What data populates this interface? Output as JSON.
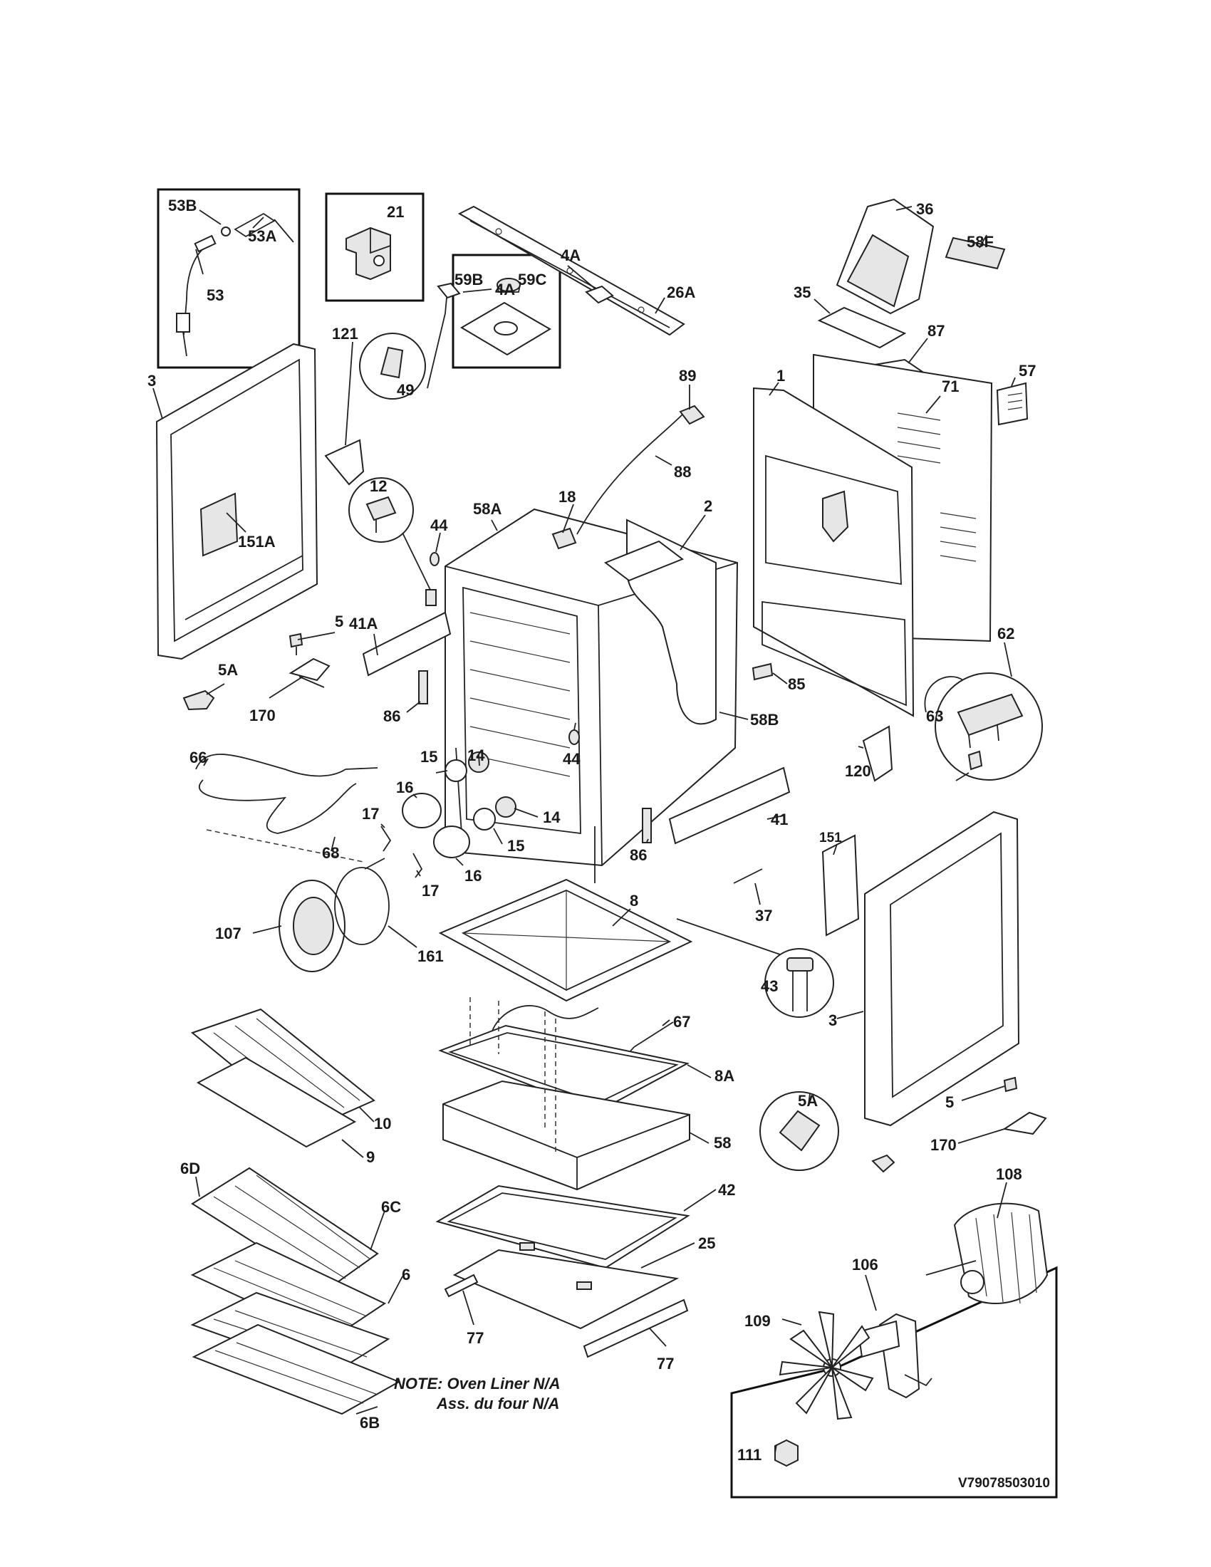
{
  "callouts": [
    {
      "id": "c53B",
      "text": "53B"
    },
    {
      "id": "c53A",
      "text": "53A"
    },
    {
      "id": "c53",
      "text": "53"
    },
    {
      "id": "c21",
      "text": "21"
    },
    {
      "id": "c26A",
      "text": "26A"
    },
    {
      "id": "c4A_top",
      "text": "4A"
    },
    {
      "id": "c49",
      "text": "49"
    },
    {
      "id": "c4A_mid",
      "text": "4A"
    },
    {
      "id": "c59B",
      "text": "59B"
    },
    {
      "id": "c59C",
      "text": "59C"
    },
    {
      "id": "c36",
      "text": "36"
    },
    {
      "id": "c58F",
      "text": "58F"
    },
    {
      "id": "c35",
      "text": "35"
    },
    {
      "id": "c87",
      "text": "87"
    },
    {
      "id": "c1",
      "text": "1"
    },
    {
      "id": "c57",
      "text": "57"
    },
    {
      "id": "c71",
      "text": "71"
    },
    {
      "id": "c89",
      "text": "89"
    },
    {
      "id": "c88",
      "text": "88"
    },
    {
      "id": "c3_left",
      "text": "3"
    },
    {
      "id": "c121",
      "text": "121"
    },
    {
      "id": "c12",
      "text": "12"
    },
    {
      "id": "c44_top",
      "text": "44"
    },
    {
      "id": "c58A",
      "text": "58A"
    },
    {
      "id": "c18",
      "text": "18"
    },
    {
      "id": "c2",
      "text": "2"
    },
    {
      "id": "c151A",
      "text": "151A"
    },
    {
      "id": "c5_left",
      "text": "5"
    },
    {
      "id": "c41A",
      "text": "41A"
    },
    {
      "id": "c62",
      "text": "62"
    },
    {
      "id": "c5A_left",
      "text": "5A"
    },
    {
      "id": "c85",
      "text": "85"
    },
    {
      "id": "c170_left",
      "text": "170"
    },
    {
      "id": "c86_top",
      "text": "86"
    },
    {
      "id": "c58B",
      "text": "58B"
    },
    {
      "id": "c63",
      "text": "63"
    },
    {
      "id": "c66",
      "text": "66"
    },
    {
      "id": "c44_mid",
      "text": "44"
    },
    {
      "id": "c15_top",
      "text": "15"
    },
    {
      "id": "c14_top",
      "text": "14"
    },
    {
      "id": "c120",
      "text": "120"
    },
    {
      "id": "c16_top",
      "text": "16"
    },
    {
      "id": "c17_top",
      "text": "17"
    },
    {
      "id": "c14_bot",
      "text": "14"
    },
    {
      "id": "c41",
      "text": "41"
    },
    {
      "id": "c68",
      "text": "68"
    },
    {
      "id": "c15_bot",
      "text": "15"
    },
    {
      "id": "c86_bot",
      "text": "86"
    },
    {
      "id": "c151",
      "text": "151"
    },
    {
      "id": "c16_bot",
      "text": "16"
    },
    {
      "id": "c17_bot",
      "text": "17"
    },
    {
      "id": "c37",
      "text": "37"
    },
    {
      "id": "c8",
      "text": "8"
    },
    {
      "id": "c107",
      "text": "107"
    },
    {
      "id": "c161",
      "text": "161"
    },
    {
      "id": "c43",
      "text": "43"
    },
    {
      "id": "c67",
      "text": "67"
    },
    {
      "id": "c3_right",
      "text": "3"
    },
    {
      "id": "c8A",
      "text": "8A"
    },
    {
      "id": "c10",
      "text": "10"
    },
    {
      "id": "c5A_right",
      "text": "5A"
    },
    {
      "id": "c5_right",
      "text": "5"
    },
    {
      "id": "c9",
      "text": "9"
    },
    {
      "id": "c58",
      "text": "58"
    },
    {
      "id": "c170_right",
      "text": "170"
    },
    {
      "id": "c6D",
      "text": "6D"
    },
    {
      "id": "c108",
      "text": "108"
    },
    {
      "id": "c42",
      "text": "42"
    },
    {
      "id": "c6C",
      "text": "6C"
    },
    {
      "id": "c25",
      "text": "25"
    },
    {
      "id": "c106",
      "text": "106"
    },
    {
      "id": "c6",
      "text": "6"
    },
    {
      "id": "c109",
      "text": "109"
    },
    {
      "id": "c77_left",
      "text": "77"
    },
    {
      "id": "c77_right",
      "text": "77"
    },
    {
      "id": "c111",
      "text": "111"
    },
    {
      "id": "c6B",
      "text": "6B"
    }
  ],
  "note": {
    "line1": "NOTE: Oven Liner N/A",
    "line2": "Ass. du four N/A"
  },
  "diagram_code": "V79078503010"
}
